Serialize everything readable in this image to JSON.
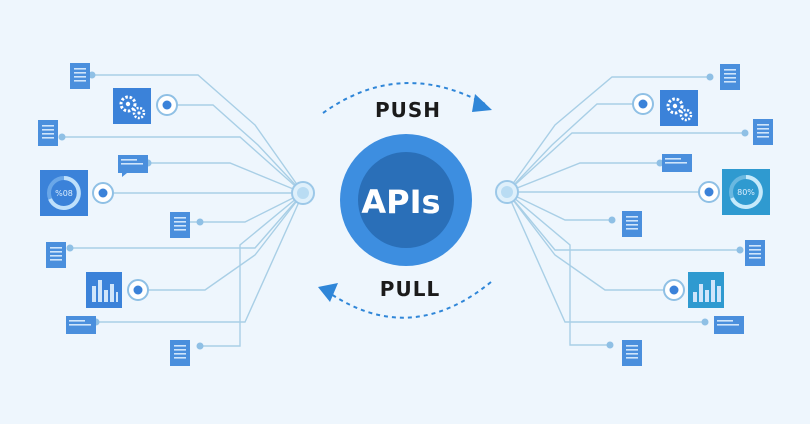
{
  "hub": {
    "text": "APIs"
  },
  "push_label": "PUSH",
  "pull_label": "PULL",
  "gauges": {
    "left": "%08",
    "right": "80%"
  },
  "colors": {
    "background": "#eef6fd",
    "line": "#a9cfe6",
    "hub_outer": "#3d8ee0",
    "hub_inner": "#2a6fb8",
    "tile": "#3b82d9",
    "doc": "#4a8fdd",
    "arrow": "#2f86d8"
  }
}
